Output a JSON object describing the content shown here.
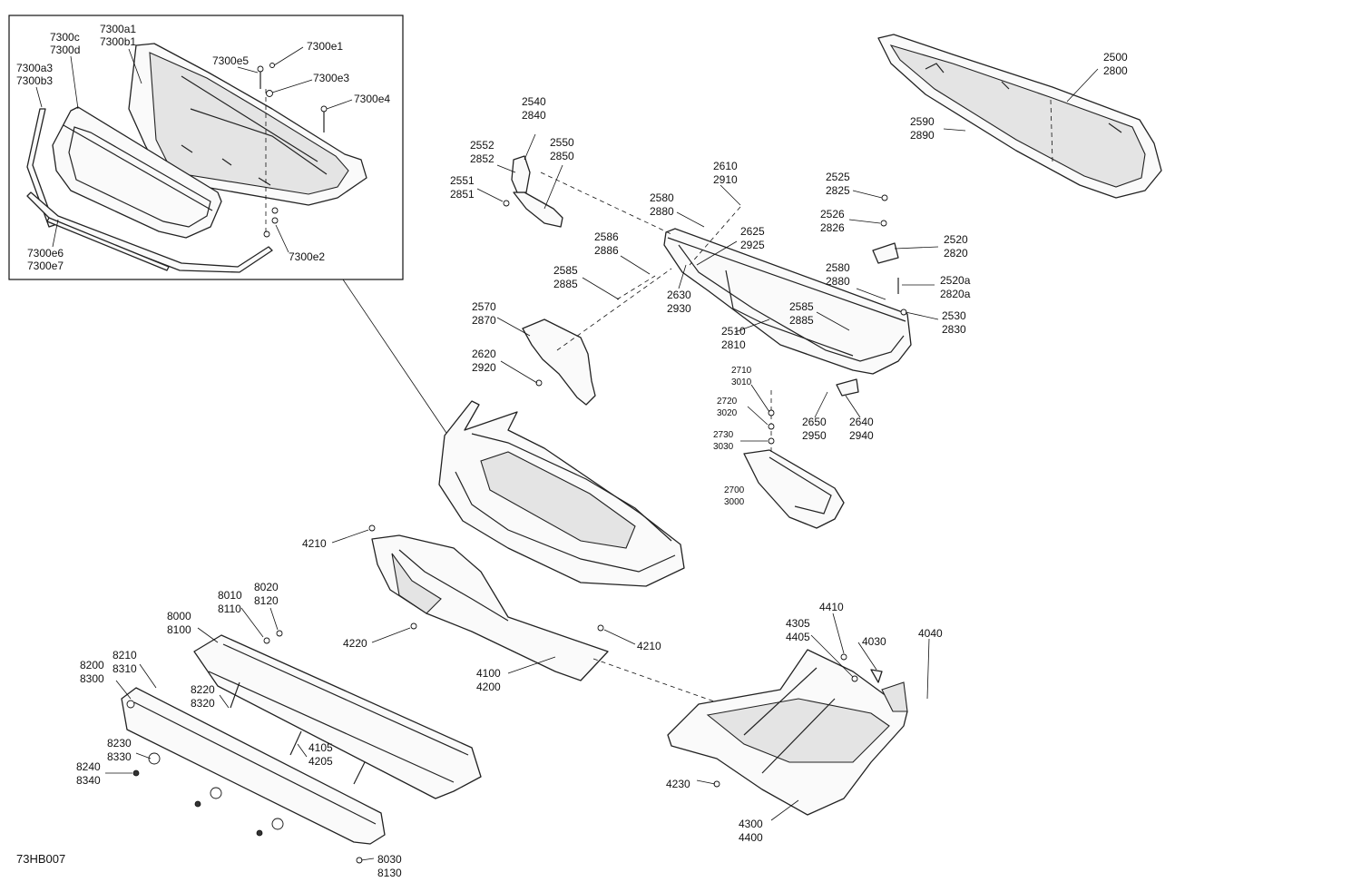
{
  "reference_code": "73HB007",
  "labels": {
    "l_7300c": [
      "7300c",
      "7300d"
    ],
    "l_7300a1": [
      "7300a1",
      "7300b1"
    ],
    "l_7300a3": [
      "7300a3",
      "7300b3"
    ],
    "l_7300e5": [
      "7300e5"
    ],
    "l_7300e1": [
      "7300e1"
    ],
    "l_7300e3": [
      "7300e3"
    ],
    "l_7300e4": [
      "7300e4"
    ],
    "l_7300e6": [
      "7300e6",
      "7300e7"
    ],
    "l_7300e2": [
      "7300e2"
    ],
    "l_2540": [
      "2540",
      "2840"
    ],
    "l_2552": [
      "2552",
      "2852"
    ],
    "l_2550": [
      "2550",
      "2850"
    ],
    "l_2551": [
      "2551",
      "2851"
    ],
    "l_2610": [
      "2610",
      "2910"
    ],
    "l_2580a": [
      "2580",
      "2880"
    ],
    "l_2625": [
      "2625",
      "2925"
    ],
    "l_2586": [
      "2586",
      "2886"
    ],
    "l_2585a": [
      "2585",
      "2885"
    ],
    "l_2630": [
      "2630",
      "2930"
    ],
    "l_2570": [
      "2570",
      "2870"
    ],
    "l_2620": [
      "2620",
      "2920"
    ],
    "l_2510": [
      "2510",
      "2810"
    ],
    "l_2500": [
      "2500",
      "2800"
    ],
    "l_2590": [
      "2590",
      "2890"
    ],
    "l_2525": [
      "2525",
      "2825"
    ],
    "l_2526": [
      "2526",
      "2826"
    ],
    "l_2520": [
      "2520",
      "2820"
    ],
    "l_2520a": [
      "2520a",
      "2820a"
    ],
    "l_2580b": [
      "2580",
      "2880"
    ],
    "l_2530": [
      "2530",
      "2830"
    ],
    "l_2585b": [
      "2585",
      "2885"
    ],
    "l_2710": [
      "2710",
      "3010"
    ],
    "l_2720": [
      "2720",
      "3020"
    ],
    "l_2730": [
      "2730",
      "3030"
    ],
    "l_2700": [
      "2700",
      "3000"
    ],
    "l_2650": [
      "2650",
      "2950"
    ],
    "l_2640": [
      "2640",
      "2940"
    ],
    "l_4210a": [
      "4210"
    ],
    "l_4220": [
      "4220"
    ],
    "l_4210b": [
      "4210"
    ],
    "l_4100": [
      "4100",
      "4200"
    ],
    "l_8010": [
      "8010",
      "8110"
    ],
    "l_8020": [
      "8020",
      "8120"
    ],
    "l_8000": [
      "8000",
      "8100"
    ],
    "l_8210": [
      "8210",
      "8310"
    ],
    "l_8200": [
      "8200",
      "8300"
    ],
    "l_8220": [
      "8220",
      "8320"
    ],
    "l_8230": [
      "8230",
      "8330"
    ],
    "l_8240": [
      "8240",
      "8340"
    ],
    "l_4105": [
      "4105",
      "4205"
    ],
    "l_8030": [
      "8030",
      "8130"
    ],
    "l_4410": [
      "4410"
    ],
    "l_4305": [
      "4305",
      "4405"
    ],
    "l_4030": [
      "4030"
    ],
    "l_4040": [
      "4040"
    ],
    "l_4230": [
      "4230"
    ],
    "l_4300": [
      "4300",
      "4400"
    ]
  }
}
